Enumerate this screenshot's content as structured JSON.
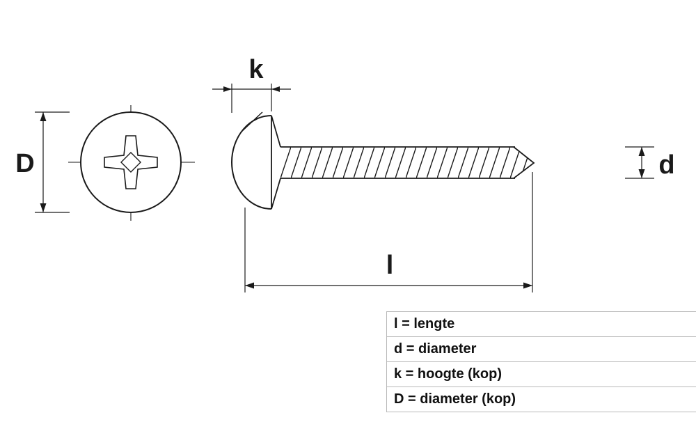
{
  "diagram": {
    "title": "screw-dimension-diagram",
    "dim_labels": {
      "k": "k",
      "D": "D",
      "d": "d",
      "l": "l"
    }
  },
  "legend": {
    "rows": [
      "l = lengte",
      "d = diameter",
      "k = hoogte (kop)",
      "D = diameter (kop)"
    ]
  },
  "colors": {
    "line": "#1a1a1a",
    "table_border": "#b8b8b8",
    "background": "#ffffff"
  }
}
